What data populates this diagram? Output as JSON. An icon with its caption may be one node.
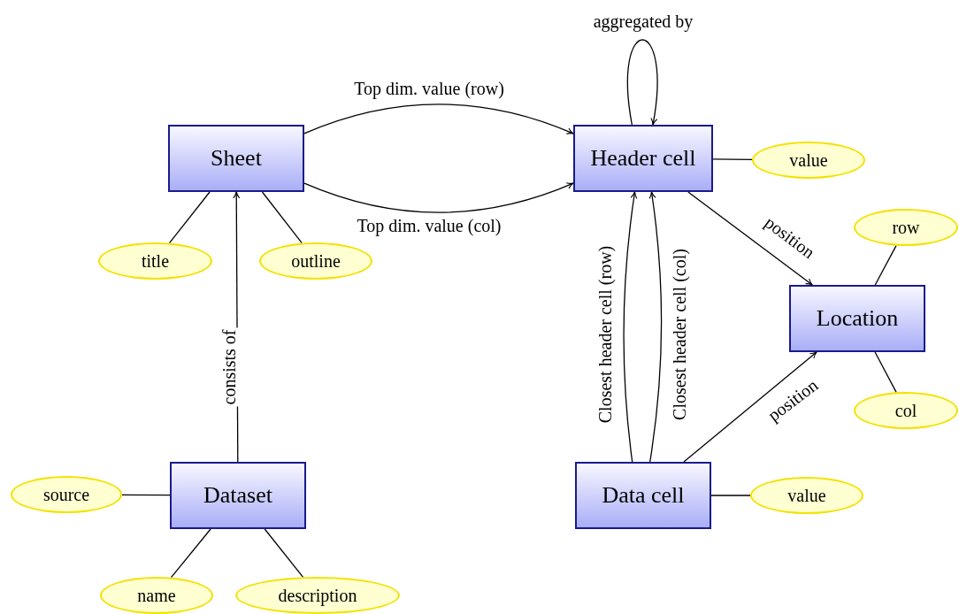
{
  "diagram": {
    "nodes": [
      {
        "text": [
          "Sheet"
        ]
      },
      {
        "text": [
          "Header cell"
        ]
      },
      {
        "text": [
          "value"
        ]
      },
      {
        "text": [
          "title"
        ]
      },
      {
        "text": [
          "outline"
        ]
      },
      {
        "text": [
          "row"
        ]
      },
      {
        "text": [
          "Location"
        ]
      },
      {
        "text": [
          "col"
        ]
      },
      {
        "text": [
          "source"
        ]
      },
      {
        "text": [
          "Dataset"
        ]
      },
      {
        "text": [
          "Data cell"
        ]
      },
      {
        "text": [
          "value"
        ]
      },
      {
        "text": [
          "name"
        ]
      },
      {
        "text": [
          "description"
        ]
      }
    ],
    "edges": [
      {
        "from": 0,
        "to": 1,
        "arrow": "to",
        "label": "Top dim. value (row)"
      },
      {
        "from": 0,
        "to": 1,
        "arrow": "to",
        "label": "Top dim. value (col)"
      },
      {
        "from": 1,
        "to": 1,
        "arrow": "to",
        "label": "aggregated by"
      },
      {
        "from": 1,
        "to": 2,
        "arrow": "none"
      },
      {
        "from": 0,
        "to": 3,
        "arrow": "none"
      },
      {
        "from": 0,
        "to": 4,
        "arrow": "none"
      },
      {
        "from": 9,
        "to": 0,
        "arrow": "to",
        "label": "consists of"
      },
      {
        "from": 10,
        "to": 1,
        "arrow": "to",
        "label": "Closest header cell (row)"
      },
      {
        "from": 10,
        "to": 1,
        "arrow": "to",
        "label": "Closest header cell (col)"
      },
      {
        "from": 1,
        "to": 6,
        "arrow": "to",
        "label": "position"
      },
      {
        "from": 10,
        "to": 6,
        "arrow": "to",
        "label": "position"
      },
      {
        "from": 6,
        "to": 5,
        "arrow": "none"
      },
      {
        "from": 6,
        "to": 7,
        "arrow": "none"
      },
      {
        "from": 9,
        "to": 8,
        "arrow": "none"
      },
      {
        "from": 9,
        "to": 12,
        "arrow": "none"
      },
      {
        "from": 9,
        "to": 13,
        "arrow": "none"
      },
      {
        "from": 10,
        "to": 11,
        "arrow": "none"
      }
    ]
  }
}
